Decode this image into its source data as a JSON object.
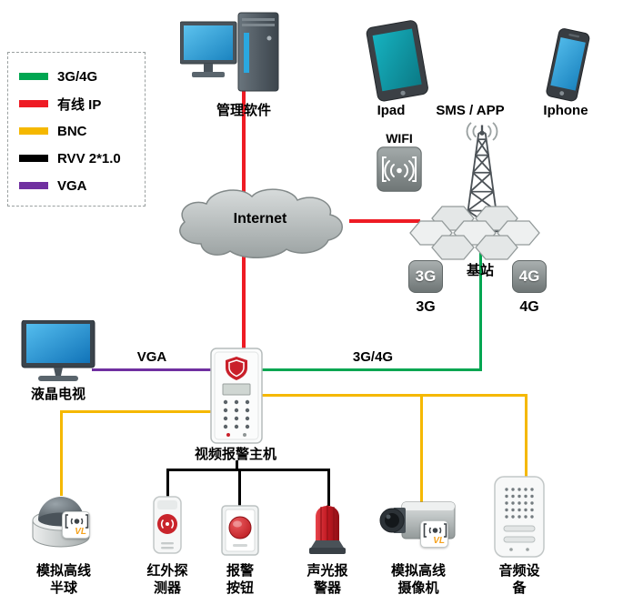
{
  "colors": {
    "green": "#00a651",
    "red": "#ee1b24",
    "yellow": "#f5b800",
    "black": "#000000",
    "purple": "#7030a0"
  },
  "legend": {
    "items": [
      {
        "label": "3G/4G",
        "color": "#00a651"
      },
      {
        "label": "有线 IP",
        "color": "#ee1b24"
      },
      {
        "label": "BNC",
        "color": "#f5b800"
      },
      {
        "label": "RVV 2*1.0",
        "color": "#000000"
      },
      {
        "label": "VGA",
        "color": "#7030a0"
      }
    ]
  },
  "nodes": {
    "management_software": "管理软件",
    "ipad": "Ipad",
    "sms_app": "SMS / APP",
    "iphone": "Iphone",
    "wifi": "WIFI",
    "internet": "Internet",
    "base_station": "基站",
    "badge_3g": "3G",
    "label_3g": "3G",
    "badge_4g": "4G",
    "label_4g": "4G",
    "lcd_tv": "液晶电视",
    "alarm_host": "视频报警主机",
    "dome_camera": "模拟高线\n半球",
    "ir_detector": "红外探\n测器",
    "alarm_button": "报警\n按钮",
    "sound_light_alarm": "声光报\n警器",
    "analog_camera": "模拟高线\n摄像机",
    "audio_device": "音频设\n备",
    "vl_badge": "VL"
  },
  "edges": [
    {
      "from": "管理软件",
      "to": "Internet",
      "type": "有线 IP"
    },
    {
      "from": "Internet",
      "to": "基站",
      "type": "有线 IP"
    },
    {
      "from": "Internet",
      "to": "视频报警主机",
      "type": "有线 IP"
    },
    {
      "from": "基站",
      "to": "视频报警主机",
      "type": "3G/4G",
      "label": "3G/4G"
    },
    {
      "from": "液晶电视",
      "to": "视频报警主机",
      "type": "VGA",
      "label": "VGA"
    },
    {
      "from": "视频报警主机",
      "to": "模拟高线半球",
      "type": "BNC"
    },
    {
      "from": "视频报警主机",
      "to": "模拟高线摄像机",
      "type": "BNC"
    },
    {
      "from": "视频报警主机",
      "to": "音频设备",
      "type": "BNC"
    },
    {
      "from": "视频报警主机",
      "to": "红外探测器",
      "type": "RVV 2*1.0"
    },
    {
      "from": "视频报警主机",
      "to": "报警按钮",
      "type": "RVV 2*1.0"
    },
    {
      "from": "视频报警主机",
      "to": "声光报警器",
      "type": "RVV 2*1.0"
    }
  ]
}
